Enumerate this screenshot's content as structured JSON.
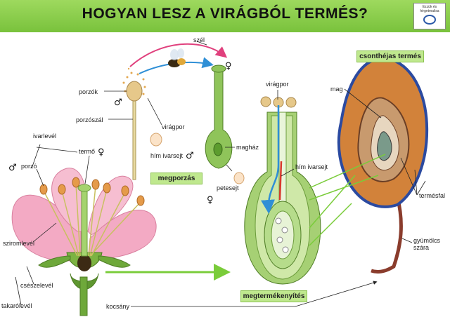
{
  "title": "HOGYAN LESZ A VIRÁGBÓL TERMÉS?",
  "logo_text": "Ezzük és hirgetmalisa",
  "labels": {
    "porzok": "porzók",
    "porzoszal": "porzószál",
    "viragpor_1": "virágpor",
    "him_ivarsejt_1": "hím ivarsejt",
    "szel": "szél",
    "maghaz": "magház",
    "petesejt": "petesejt",
    "ivarlevel": "ivarlevél",
    "termo": "termő",
    "porzo": "porzó",
    "sziromlevel": "sziromlevél",
    "cseszelevel": "csészelevél",
    "takarolevel": "takarólevél",
    "kocsany": "kocsány",
    "viragpor_2": "virágpor",
    "him_ivarsejt_2": "hím ivarsejt",
    "mag": "mag",
    "termesfal": "termésfal",
    "gyumolcs_szara": "gyümölcs\nszára"
  },
  "boxes": {
    "megporzas": "megporzás",
    "megtermekenyites": "megtermékenyítés",
    "csonthejas": "csonthéjas termés"
  },
  "symbols": {
    "male": "♂",
    "female": "♀"
  },
  "colors": {
    "header": "#7ec241",
    "petal": "#f3aac4",
    "green": "#8fc45a",
    "fruit": "#d2823a",
    "skin": "#2b4aa0",
    "arrow_green": "#7acc3a",
    "arrow_magenta": "#e0407d",
    "arrow_blue": "#2f8fd6"
  }
}
